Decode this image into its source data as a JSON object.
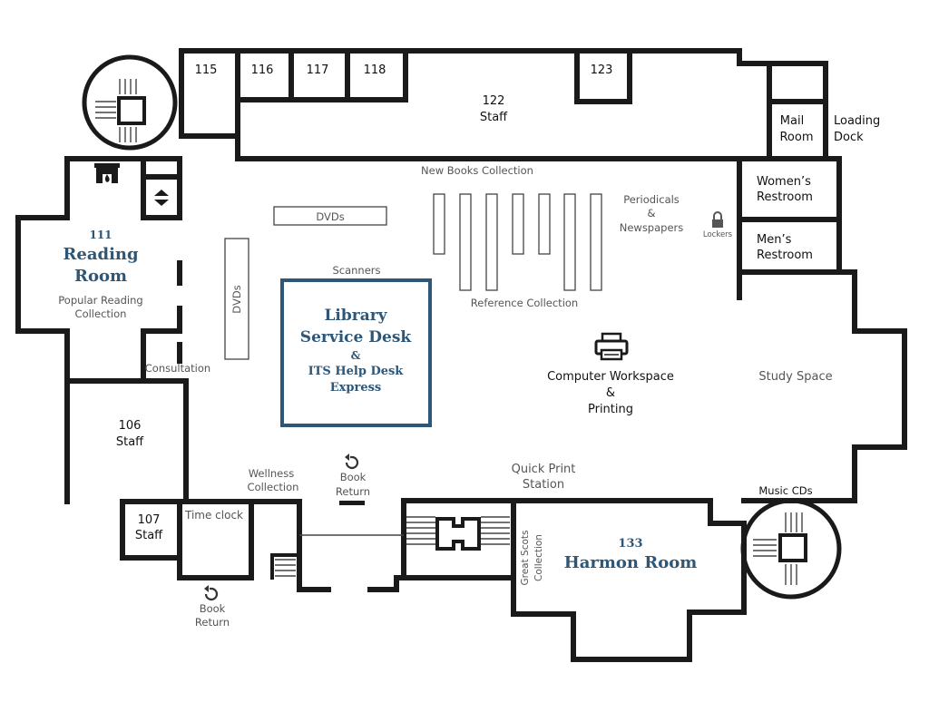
{
  "rooms": {
    "r115": "115",
    "r116": "116",
    "r117": "117",
    "r118": "118",
    "r123": "123",
    "r122_num": "122",
    "r122_name": "Staff",
    "mail_1": "Mail",
    "mail_2": "Room",
    "loading_1": "Loading",
    "loading_2": "Dock",
    "womens_1": "Women’s",
    "womens_2": "Restroom",
    "mens_1": "Men’s",
    "mens_2": "Restroom",
    "reading_num": "111",
    "reading_1": "Reading",
    "reading_2": "Room",
    "popular_1": "Popular Reading",
    "popular_2": "Collection",
    "consultation": "Consultation",
    "r106_num": "106",
    "r106_name": "Staff",
    "r107_num": "107",
    "r107_name": "Staff",
    "time_clock": "Time clock",
    "wellness_1": "Wellness",
    "wellness_2": "Collection",
    "harmon_num": "133",
    "harmon_name": "Harmon Room",
    "great_scots_1": "Great Scots",
    "great_scots_2": "Collection"
  },
  "areas": {
    "new_books": "New Books Collection",
    "dvds_top": "DVDs",
    "dvds_side": "DVDs",
    "scanners": "Scanners",
    "reference": "Reference Collection",
    "periodicals_1": "Periodicals",
    "periodicals_2": "&",
    "periodicals_3": "Newspapers",
    "lockers": "Lockers",
    "workspace_1": "Computer Workspace",
    "workspace_2": "&",
    "workspace_3": "Printing",
    "study_space": "Study Space",
    "music_cds": "Music CDs",
    "quick_print_1": "Quick Print",
    "quick_print_2": "Station",
    "book_return_a_1": "Book",
    "book_return_a_2": "Return",
    "book_return_b_1": "Book",
    "book_return_b_2": "Return"
  },
  "service_desk": {
    "line1": "Library",
    "line2": "Service Desk",
    "line3": "&",
    "line4": "ITS Help Desk",
    "line5": "Express"
  },
  "colors": {
    "accent": "#2d5677",
    "walls": "#1a1a1a"
  },
  "icons": [
    "fireplace-icon",
    "elevator-icon",
    "lock-icon",
    "printer-icon",
    "return-icon",
    "stairs-icon"
  ]
}
